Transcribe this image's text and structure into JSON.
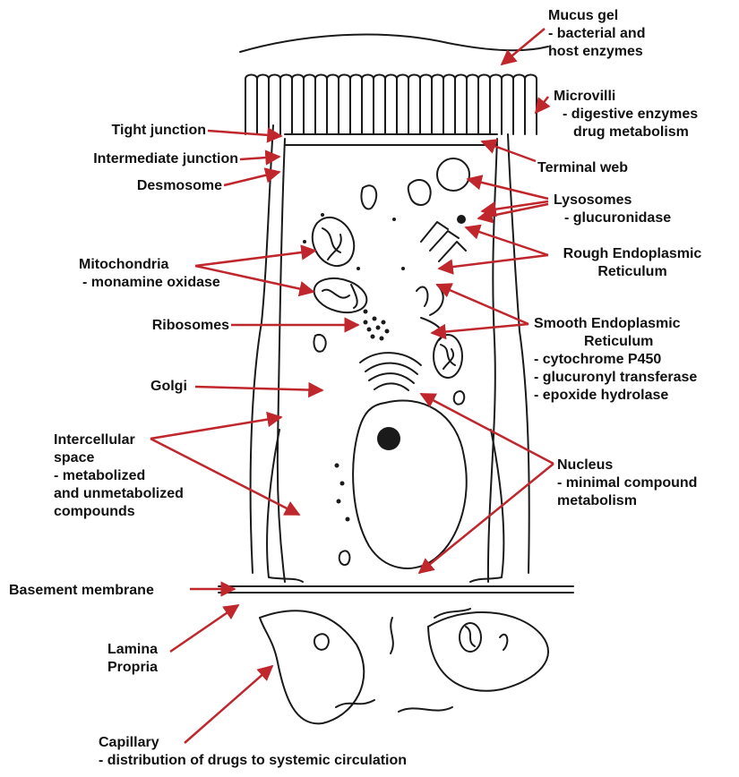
{
  "colors": {
    "arrow": "#c0272d",
    "ink": "#1a1a1a",
    "text": "#111111",
    "background": "#ffffff"
  },
  "labels": {
    "mucus_gel": {
      "line1": "Mucus gel",
      "line2": "- bacterial and",
      "line3": "host enzymes"
    },
    "microvilli": {
      "line1": "Microvilli",
      "line2": "- digestive enzymes",
      "line3": "drug metabolism"
    },
    "tight_junction": "Tight junction",
    "intermediate_junction": "Intermediate junction",
    "desmosome": "Desmosome",
    "terminal_web": "Terminal web",
    "lysosomes": {
      "line1": "Lysosomes",
      "line2": "- glucuronidase"
    },
    "mitochondria": {
      "line1": "Mitochondria",
      "line2": "- monamine oxidase"
    },
    "rough_er": {
      "line1": "Rough Endoplasmic",
      "line2": "Reticulum"
    },
    "ribosomes": "Ribosomes",
    "smooth_er": {
      "line1": "Smooth Endoplasmic",
      "line2": "Reticulum",
      "line3": "- cytochrome P450",
      "line4": "- glucuronyl transferase",
      "line5": "- epoxide hydrolase"
    },
    "golgi": "Golgi",
    "intercellular_space": {
      "line1": "Intercellular",
      "line2": "space",
      "line3": "- metabolized",
      "line4": "and unmetabolized",
      "line5": "compounds"
    },
    "nucleus": {
      "line1": "Nucleus",
      "line2": "- minimal compound",
      "line3": "metabolism"
    },
    "basement_membrane": "Basement membrane",
    "lamina_propria": {
      "line1": "Lamina",
      "line2": "Propria"
    },
    "capillary": {
      "line1": "Capillary",
      "line2": "- distribution of drugs to systemic circulation"
    }
  }
}
